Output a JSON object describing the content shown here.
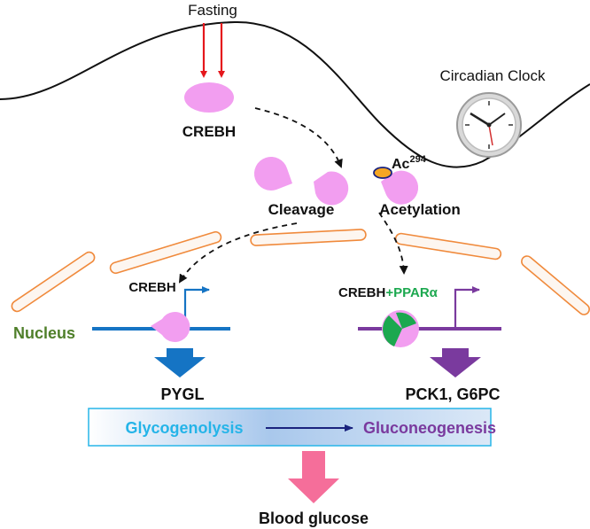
{
  "labels": {
    "fasting": "Fasting",
    "circadian_clock": "Circadian Clock",
    "crebh_top": "CREBH",
    "cleavage": "Cleavage",
    "acetylation": "Acetylation",
    "acetyl_site": "Ac",
    "acetyl_position": "294",
    "nucleus": "Nucleus",
    "crebh_left": "CREBH",
    "crebh_right": "CREBH",
    "plus_ppara": "+PPARα",
    "pygl": "PYGL",
    "pck1_g6pc": "PCK1, G6PC",
    "glycogenolysis": "Glycogenolysis",
    "gluconeogenesis": "Gluconeogenesis",
    "blood_glucose": "Blood glucose"
  },
  "colors": {
    "fasting_arrow": "#e5171c",
    "crebh_protein": "#f29ef0",
    "membrane_outline": "#f08a3c",
    "membrane_fill": "#fdf6f0",
    "nucleus_text": "#4f7f2a",
    "left_dna": "#1574c4",
    "right_dna": "#7a3a9e",
    "ppar_green": "#1ca84f",
    "glycogenolysis_text": "#25b4e8",
    "gluconeogenesis_text": "#7a3a9e",
    "pathway_arrow": "#1a237e",
    "blood_glucose_arrow": "#f56e9a",
    "acetyl_dot": "#f5a623"
  },
  "icons": {
    "clock": "clock-icon",
    "crebh_protein": "crebh-protein-icon",
    "cleaved_fragment": "cleaved-crebh-icon",
    "complex": "crebh-ppara-complex-icon"
  }
}
